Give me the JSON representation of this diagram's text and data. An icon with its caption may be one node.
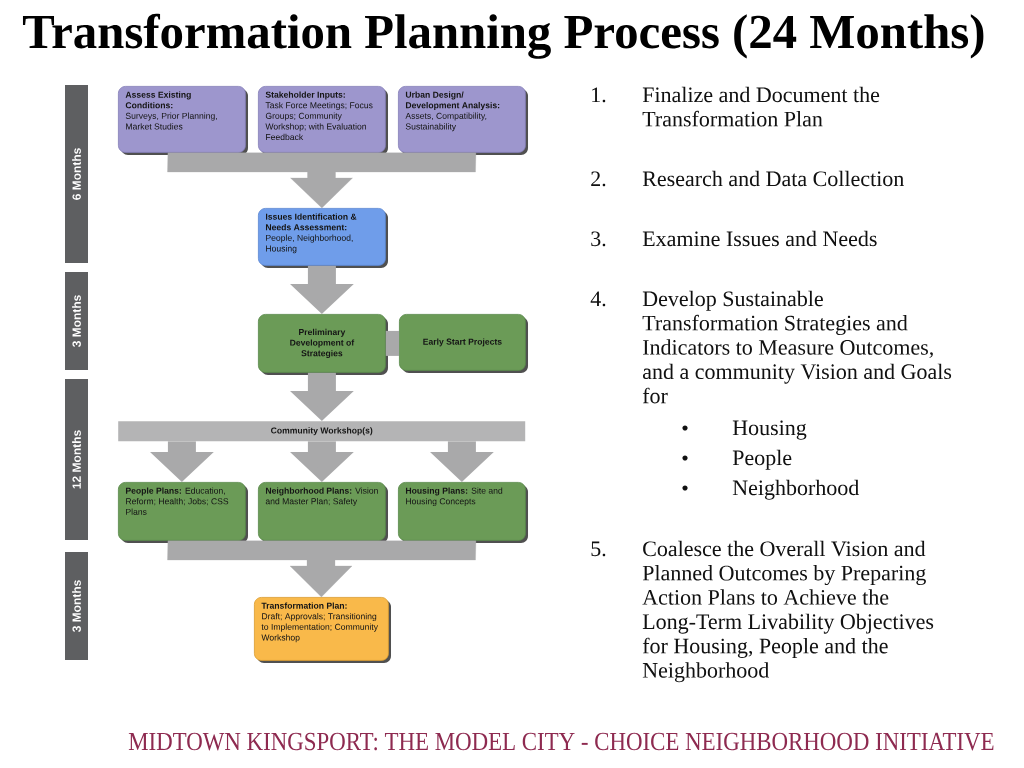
{
  "diagram": {
    "title": "Transformation Planning Process (24 Months)",
    "nodes": [
      {
        "text": [
          "6 Months"
        ]
      },
      {
        "text": [
          "3 Months"
        ]
      },
      {
        "text": [
          "12 Months"
        ]
      },
      {
        "text": [
          "3 Months"
        ]
      },
      {
        "text": [
          "Assess Existing Conditions:",
          "Surveys, Prior Planning, Market Studies"
        ]
      },
      {
        "text": [
          "Stakeholder Inputs:",
          "Task Force Meetings; Focus Groups; Community Workshop; with Evaluation Feedback"
        ]
      },
      {
        "text": [
          "Urban Design/ Development Analysis:",
          "Assets, Compatibility, Sustainability"
        ]
      },
      {
        "text": [
          "Issues Identification & Needs Assessment:",
          "People, Neighborhood, Housing"
        ]
      },
      {
        "text": [
          "Preliminary Development of Strategies"
        ]
      },
      {
        "text": [
          "Early Start Projects"
        ]
      },
      {
        "text": [
          "Community Workshop(s)"
        ]
      },
      {
        "text": [
          "**People Plans:** Education, Reform; Health; Jobs; CSS Plans"
        ]
      },
      {
        "text": [
          "**Neighborhood Plans:** Vision and Master Plan; Safety"
        ]
      },
      {
        "text": [
          "**Housing Plans:** Site and Housing Concepts"
        ]
      },
      {
        "text": [
          "Transformation Plan:",
          "Draft; Approvals; Transitioning to Implementation; Community Workshop"
        ]
      }
    ],
    "edges": [
      {
        "from": 4,
        "to": 7,
        "arrow": "to"
      },
      {
        "from": 5,
        "to": 7,
        "arrow": "to"
      },
      {
        "from": 6,
        "to": 7,
        "arrow": "to"
      },
      {
        "from": 7,
        "to": 8,
        "arrow": "to"
      },
      {
        "from": 8,
        "to": 9,
        "arrow": "none"
      },
      {
        "from": 8,
        "to": 10,
        "arrow": "to"
      },
      {
        "from": 10,
        "to": 11,
        "arrow": "to"
      },
      {
        "from": 10,
        "to": 12,
        "arrow": "to"
      },
      {
        "from": 10,
        "to": 13,
        "arrow": "to"
      },
      {
        "from": 11,
        "to": 14,
        "arrow": "to"
      },
      {
        "from": 12,
        "to": 14,
        "arrow": "to"
      },
      {
        "from": 13,
        "to": 14,
        "arrow": "to"
      }
    ],
    "labels": [
      "1.",
      "Finalize and Document the Transformation Plan",
      "2.",
      "Research and Data Collection",
      "3.",
      "Examine Issues and Needs",
      "4.",
      "Develop Sustainable Transformation Strategies and Indicators to Measure Outcomes, and a community Vision and Goals for",
      "Housing",
      "People",
      "Neighborhood",
      "5.",
      "Coalesce the Overall Vision and Planned Outcomes by Preparing Action Plans to Achieve the Long-Term Livability Objectives for Housing, People and the Neighborhood",
      "MIDTOWN KINGSPORT: THE MODEL CITY - CHOICE NEIGHBORHOOD INITIATIVE"
    ]
  }
}
